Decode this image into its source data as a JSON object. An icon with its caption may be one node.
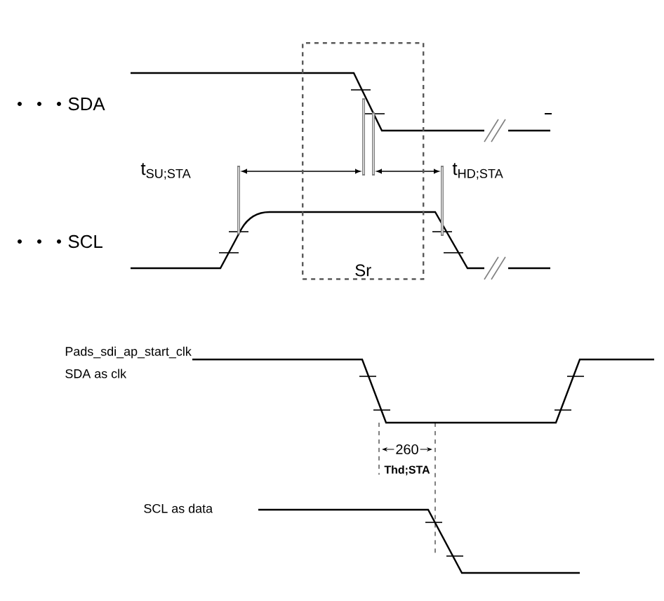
{
  "diagram": {
    "nodes": [
      {
        "text": [
          "Sr"
        ]
      }
    ],
    "labels": [
      "SDA",
      "t$_{SU;STA}$",
      "t$_{HD;STA}$",
      "SCL",
      "Pads_sdi_ap_start_clk",
      "SDA as clk",
      "260",
      "Thd;STA",
      "SCL as data"
    ]
  }
}
